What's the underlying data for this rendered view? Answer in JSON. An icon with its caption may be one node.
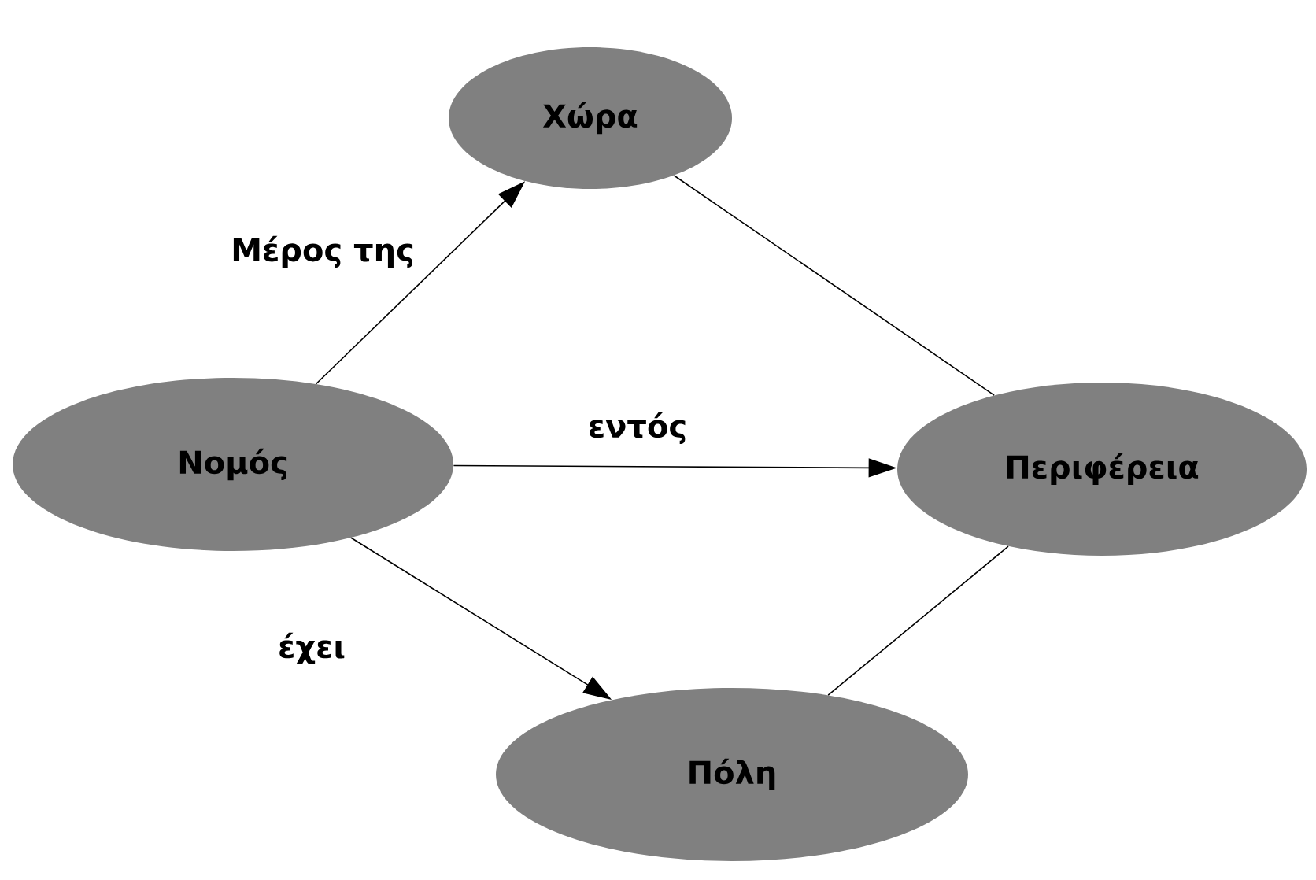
{
  "diagram": {
    "nodes": [
      {
        "text": [
          "Χώρα"
        ]
      },
      {
        "text": [
          "Νομός"
        ]
      },
      {
        "text": [
          "Περιφέρεια"
        ]
      },
      {
        "text": [
          "Πόλη"
        ]
      }
    ],
    "edges": [
      {
        "from": 1,
        "to": 0,
        "arrow": "to",
        "label": "Μέρος της"
      },
      {
        "from": 1,
        "to": 2,
        "arrow": "to",
        "label": "εντός"
      },
      {
        "from": 1,
        "to": 3,
        "arrow": "to",
        "label": "έχει"
      },
      {
        "from": 0,
        "to": 2,
        "arrow": "none"
      },
      {
        "from": 3,
        "to": 2,
        "arrow": "none"
      }
    ]
  }
}
